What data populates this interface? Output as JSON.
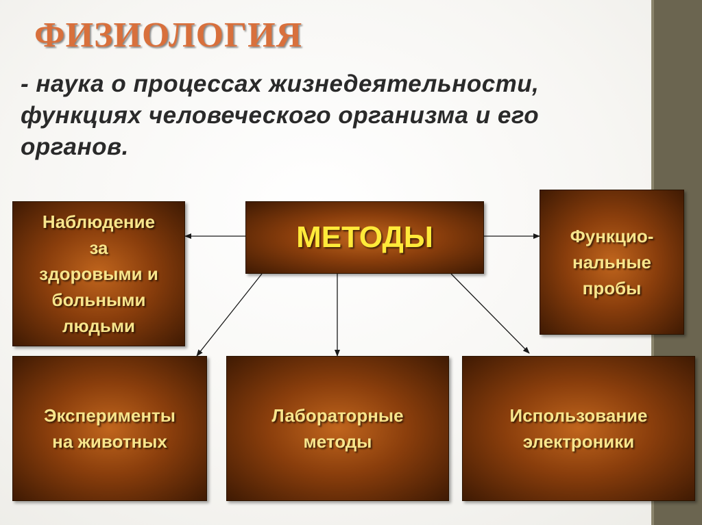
{
  "slide": {
    "title": "ФИЗИОЛОГИЯ",
    "definition": "- наука о процессах жизнедеятельности, функциях человеческого организма и его органов."
  },
  "diagram": {
    "center": "МЕТОДЫ",
    "observation": "Наблюдение\nза\nздоровыми и\nбольными\nлюдьми",
    "functional_tests": "Функцио-\nнальные\nпробы",
    "animal_experiments": "Эксперименты\nна животных",
    "laboratory": "Лабораторные\nметоды",
    "electronics": "Использование\nэлектроники"
  }
}
